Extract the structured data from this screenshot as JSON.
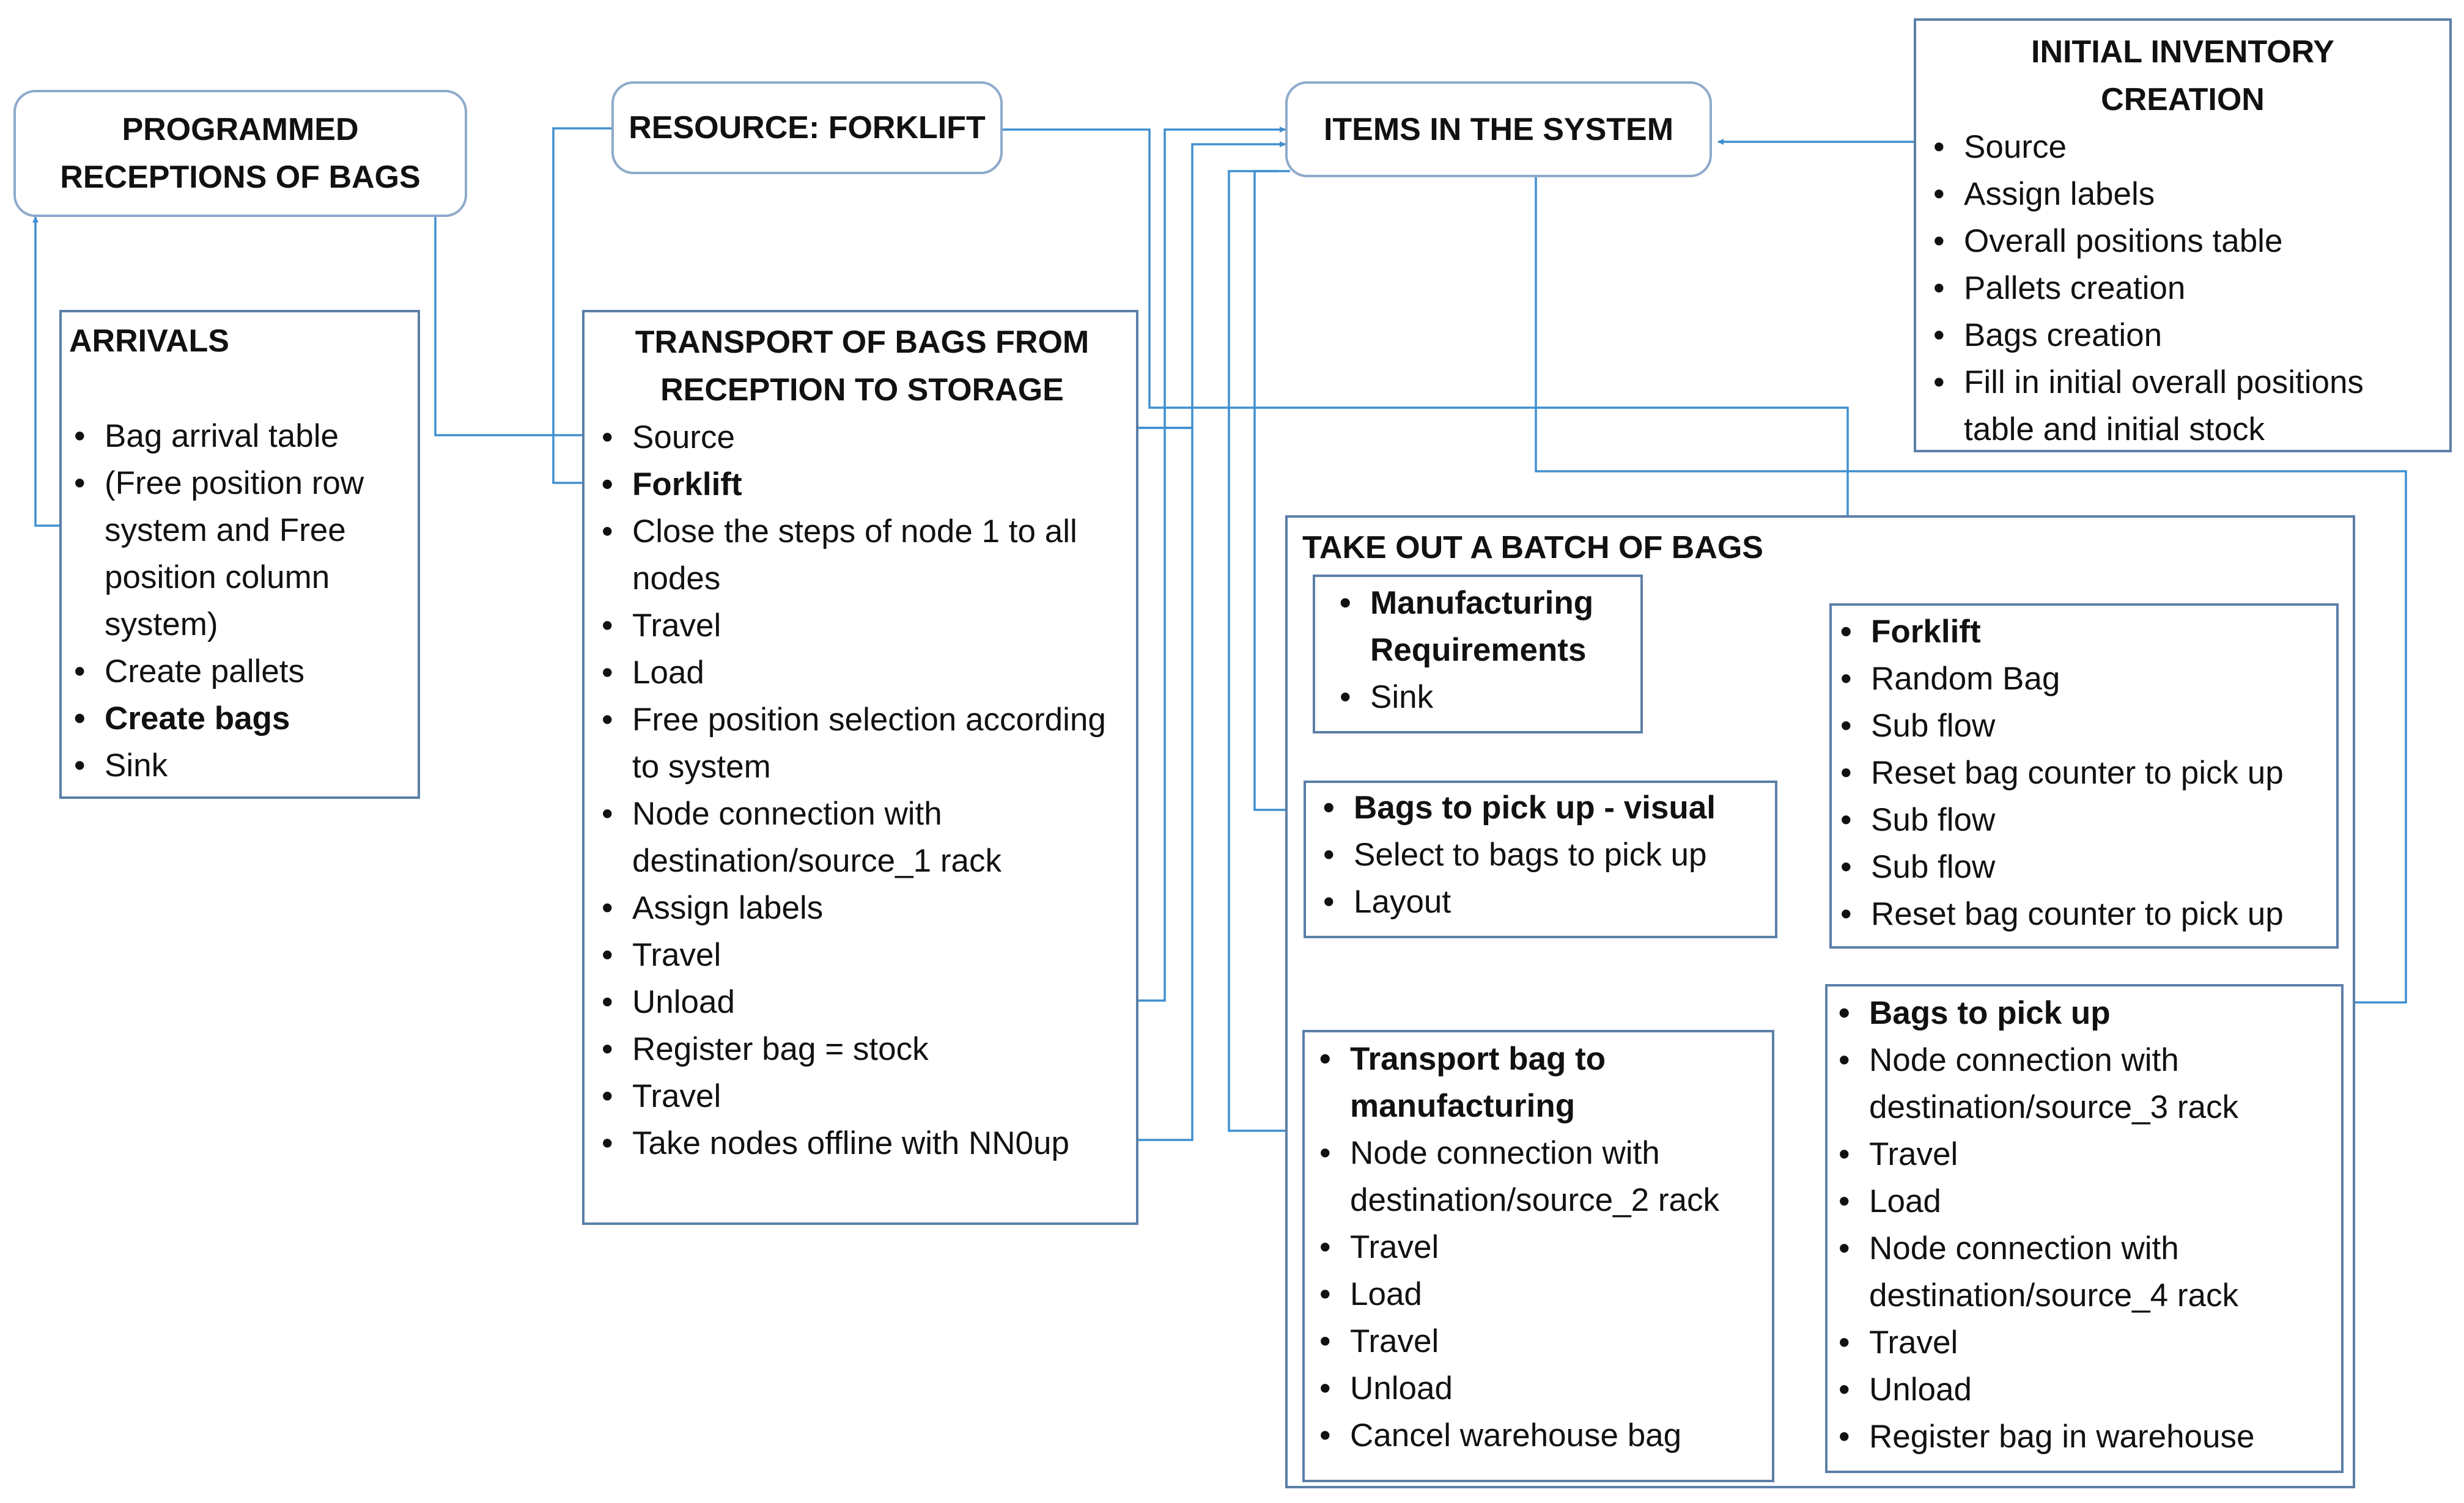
{
  "colors": {
    "box_border": "#5b7fa8",
    "rounded_border": "#8eaacb",
    "arrow": "#3f8fd0"
  },
  "programmed_receptions": {
    "title": "PROGRAMMED RECEPTIONS OF BAGS"
  },
  "resource_forklift": {
    "title": "RESOURCE: FORKLIFT"
  },
  "items_in_system": {
    "title": "ITEMS IN THE SYSTEM"
  },
  "initial_inventory": {
    "title": "INITIAL INVENTORY CREATION",
    "items": [
      "Source",
      "Assign labels",
      "Overall positions table",
      "Pallets creation",
      "Bags creation",
      "Fill in initial overall positions table and initial stock"
    ]
  },
  "arrivals": {
    "title": "ARRIVALS",
    "items": [
      "Bag arrival table",
      "(Free position row system and Free position column system)",
      "Create pallets",
      "Create bags",
      "Sink"
    ]
  },
  "transport_reception": {
    "title": "TRANSPORT OF BAGS FROM RECEPTION TO STORAGE",
    "items": [
      "Source",
      "Forklift",
      "Close the steps of node 1 to all nodes",
      "Travel",
      "Load",
      "Free position selection according to system",
      "Node connection with destination/source_1 rack",
      "Assign labels",
      "Travel",
      "Unload",
      "Register bag = stock",
      "Travel",
      "Take nodes offline with NN0up"
    ]
  },
  "take_out_batch": {
    "title": "TAKE OUT A BATCH OF BAGS"
  },
  "manufacturing_requirements": {
    "items": [
      "Manufacturing Requirements",
      "Sink"
    ]
  },
  "forklift_flow": {
    "items": [
      "Forklift",
      "Random Bag",
      "Sub flow",
      "Reset bag counter to pick up",
      "Sub flow",
      "Sub flow",
      "Reset bag counter to pick up"
    ]
  },
  "bags_visual": {
    "items": [
      "Bags to pick up - visual",
      "Select to bags to pick up",
      "Layout"
    ]
  },
  "transport_manufacturing": {
    "items": [
      "Transport bag to manufacturing",
      "Node connection with destination/source_2 rack",
      "Travel",
      "Load",
      "Travel",
      "Unload",
      "Cancel warehouse bag"
    ]
  },
  "bags_pickup": {
    "items": [
      "Bags to pick up",
      "Node connection with destination/source_3 rack",
      "Travel",
      "Load",
      "Node connection with destination/source_4 rack",
      "Travel",
      "Unload",
      "Register bag in warehouse"
    ]
  }
}
